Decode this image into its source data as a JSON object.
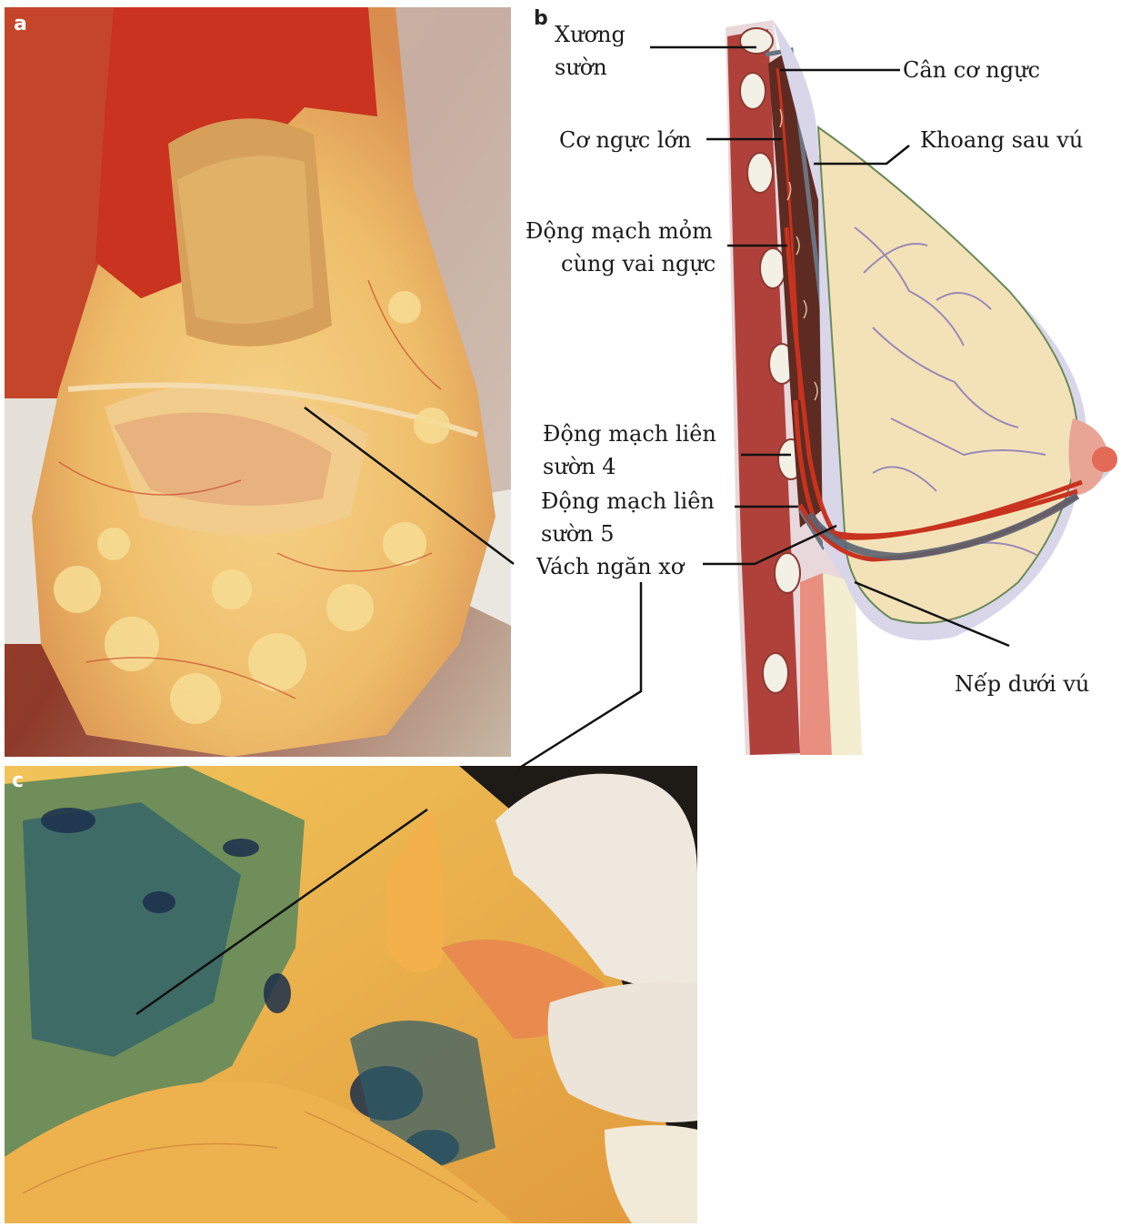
{
  "panels": {
    "a": {
      "letter": "a"
    },
    "b": {
      "letter": "b"
    },
    "c": {
      "letter": "c"
    }
  },
  "labels": {
    "xuong_suon_1": "Xương",
    "xuong_suon_2": "sườn",
    "can_co_nguc": "Cân cơ ngực",
    "co_nguc_lon": "Cơ ngực lớn",
    "khoang_sau_vu": "Khoang sau vú",
    "dm_mom_1": "Động mạch mỏm",
    "dm_mom_2": "cùng vai ngực",
    "dm_ls4_1": "Động mạch liên",
    "dm_ls4_2": "sườn 4",
    "dm_ls5_1": "Động mạch liên",
    "dm_ls5_2": "sườn 5",
    "vach_ngan_xo": "Vách ngăn xơ",
    "nep_duoi_vu": "Nếp dưới vú"
  }
}
